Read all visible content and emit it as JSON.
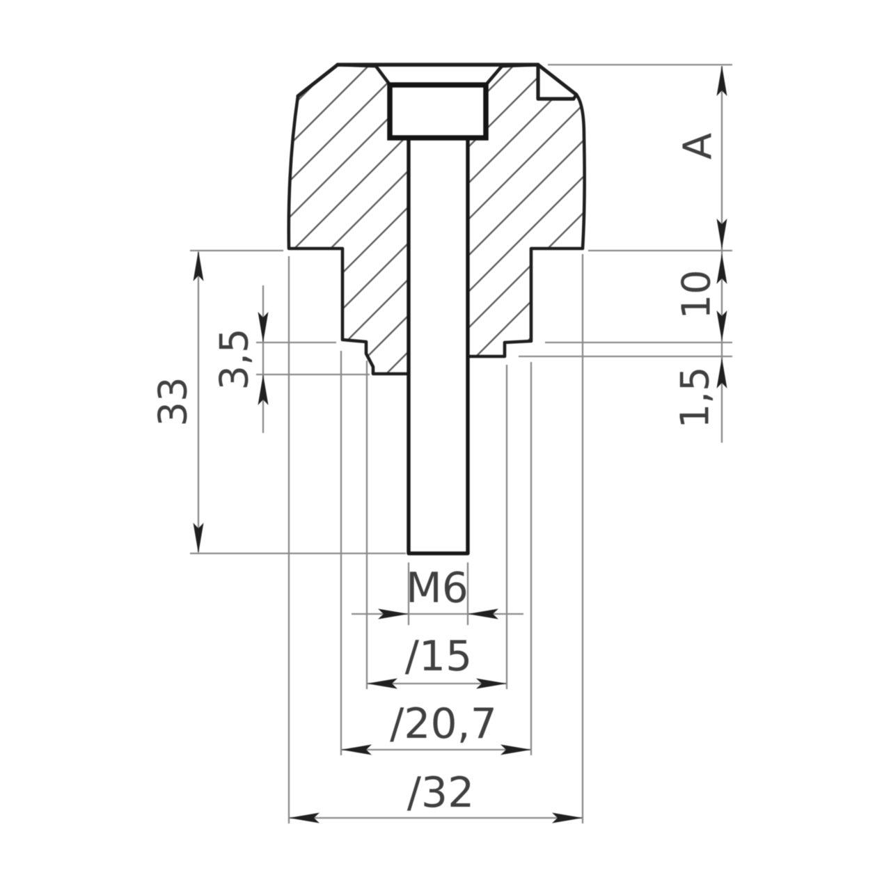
{
  "drawing": {
    "kind": "technical-cross-section",
    "decimal_separator": ",",
    "dimensions": {
      "total_height": "33",
      "thread_relief_depth": "3,5",
      "head_height": "A",
      "insert_depth": "10",
      "collar_step": "1,5",
      "thread": "M6",
      "diameter_15": "∕15",
      "diameter_20_7": "∕20,7",
      "diameter_32": "∕32"
    },
    "colors": {
      "outline": "#1f1f1f",
      "hatch": "#5f5f5f",
      "dimension_lines": "#8a8a8a",
      "arrows": "#202020",
      "text": "#404040",
      "background": "#ffffff"
    }
  }
}
